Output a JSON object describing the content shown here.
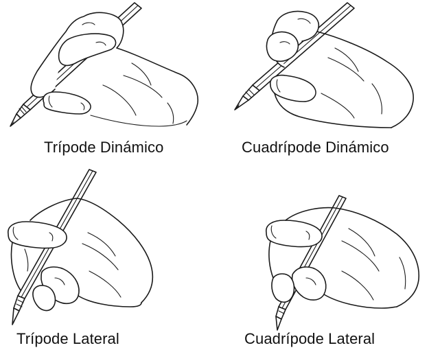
{
  "grips": [
    {
      "label": "Trípode Dinámico"
    },
    {
      "label": "Cuadrípode Dinámico"
    },
    {
      "label": "Trípode Lateral"
    },
    {
      "label": "Cuadrípode Lateral"
    }
  ],
  "colors": {
    "background": "#ffffff",
    "line": "#1a1a1a"
  },
  "icons": [
    "hand-pencil-illustration"
  ]
}
